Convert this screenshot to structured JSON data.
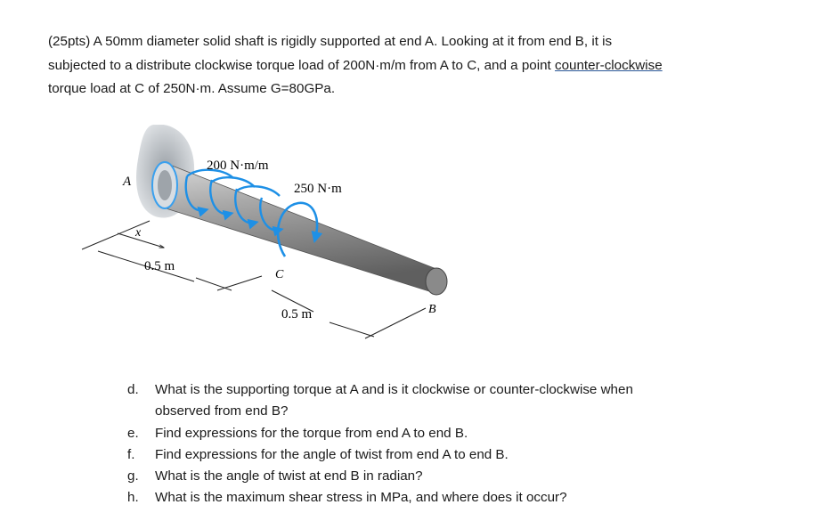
{
  "problem": {
    "line1": "(25pts) A 50mm diameter solid shaft is rigidly supported at end A. Looking at it from end B, it is",
    "line2_before": "subjected to a distribute clockwise torque load of 200N·m/m from A to C, and a point ",
    "line2_underlined": "counter-clockwise",
    "line3": "torque load at C of 250N·m. Assume G=80GPa."
  },
  "figure": {
    "label_A": "A",
    "label_B": "B",
    "label_C": "C",
    "label_x": "x",
    "distributed_load": "200 N·m/m",
    "point_torque": "250 N·m",
    "dim_AC": "0.5 m",
    "dim_CB": "0.5 m"
  },
  "questions": [
    {
      "letter": "d.",
      "text": "What is the supporting torque at A and is it clockwise or counter-clockwise when",
      "text2": "observed from end B?"
    },
    {
      "letter": "e.",
      "text": "Find expressions for the torque from end A to end B."
    },
    {
      "letter": "f.",
      "text": "Find expressions for the angle of twist from end A to end B."
    },
    {
      "letter": "g.",
      "text": "What is the angle of twist at end B in radian?"
    },
    {
      "letter": "h.",
      "text": "What is the maximum shear stress in MPa, and where does it occur?"
    }
  ],
  "colors": {
    "shaft_dark": "#6e6e6e",
    "shaft_light": "#bdbdbd",
    "torque_arrow": "#1e90e6",
    "support": "#b9bec4"
  }
}
